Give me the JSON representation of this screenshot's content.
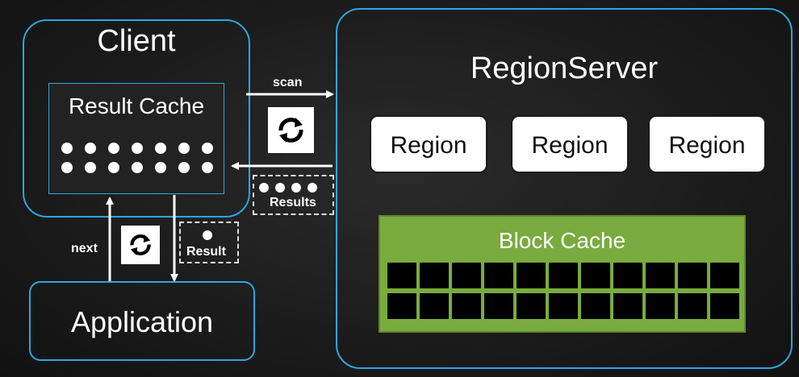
{
  "client": {
    "title": "Client"
  },
  "result_cache": {
    "title": "Result Cache",
    "dot_count": 14
  },
  "application": {
    "label": "Application"
  },
  "region_server": {
    "title": "RegionServer",
    "regions": [
      "Region",
      "Region",
      "Region"
    ]
  },
  "block_cache": {
    "label": "Block Cache",
    "block_count": 22
  },
  "arrows": {
    "scan": "scan",
    "next": "next",
    "results": "Results",
    "result": "Result"
  },
  "colors": {
    "accent": "#2aa7e0",
    "block_cache": "#7aab3e",
    "background": "#1b1b1b"
  },
  "icons": [
    "sync-icon",
    "sync-icon"
  ]
}
